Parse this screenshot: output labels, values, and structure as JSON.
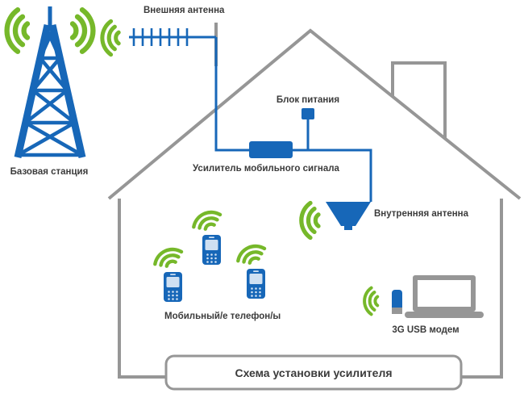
{
  "colors": {
    "blue": "#1767b8",
    "green": "#76b82a",
    "gray": "#969696",
    "text": "#3b3b3b",
    "screen_light": "#cfe0f2"
  },
  "labels": {
    "base_station": "Базовая станция",
    "external_antenna": "Внешняя антенна",
    "power_supply": "Блок питания",
    "amplifier": "Усилитель мобильного сигнала",
    "internal_antenna": "Внутренняя антенна",
    "phones": "Мобильный/е телефон/ы",
    "usb_modem": "3G USB модем",
    "caption": "Схема установки усилителя"
  }
}
